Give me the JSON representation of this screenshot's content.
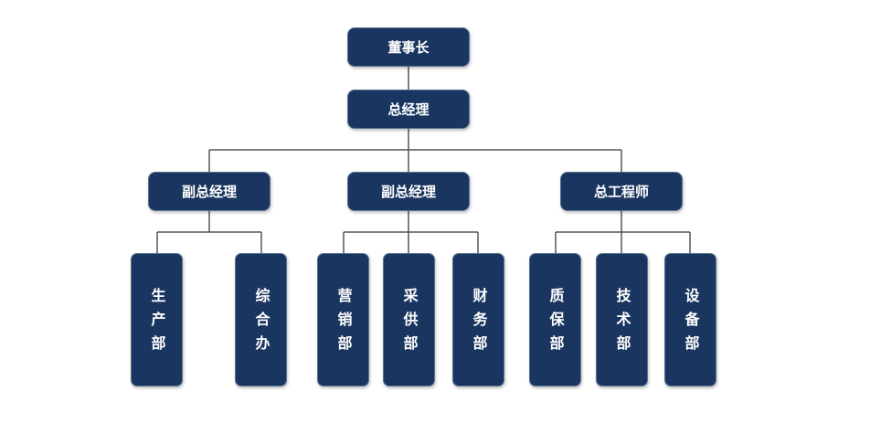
{
  "colors": {
    "node_fill": "#1a3660",
    "node_border": "#5a7390",
    "line": "#555555",
    "text": "#ffffff"
  },
  "org": {
    "chairman": "董事长",
    "general_manager": "总经理",
    "vp_left": "副总经理",
    "vp_middle": "副总经理",
    "chief_engineer": "总工程师",
    "departments": {
      "production": "生产部",
      "admin_office": "综合办",
      "marketing": "营销部",
      "procurement": "采供部",
      "finance": "财务部",
      "quality": "质保部",
      "technology": "技术部",
      "equipment": "设备部"
    }
  }
}
